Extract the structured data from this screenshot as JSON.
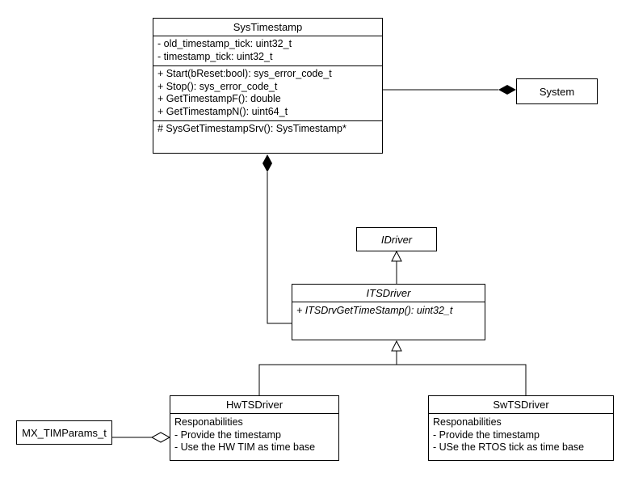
{
  "classes": {
    "sys_timestamp": {
      "name": "SysTimestamp",
      "attributes": [
        "- old_timestamp_tick: uint32_t",
        "- timestamp_tick: uint32_t"
      ],
      "operations": [
        "+ Start(bReset:bool): sys_error_code_t",
        "+ Stop(): sys_error_code_t",
        "+ GetTimestampF(): double",
        "+ GetTimestampN(): uint64_t"
      ],
      "static_ops": [
        "# SysGetTimestampSrv(): SysTimestamp*"
      ]
    },
    "system": {
      "name": "System"
    },
    "idriver": {
      "name": "IDriver"
    },
    "itsdriver": {
      "name": "ITSDriver",
      "operations": [
        "+ ITSDrvGetTimeStamp(): uint32_t"
      ]
    },
    "hwtsdriver": {
      "name": "HwTSDriver",
      "responsibilities": [
        "Responabilities",
        "- Provide the timestamp",
        "- Use the HW TIM  as time base"
      ]
    },
    "swtsdriver": {
      "name": "SwTSDriver",
      "responsibilities": [
        "Responabilities",
        "- Provide the timestamp",
        "- USe the RTOS tick as time base"
      ]
    },
    "mx_timparams": {
      "name": "MX_TIMParams_t"
    }
  }
}
